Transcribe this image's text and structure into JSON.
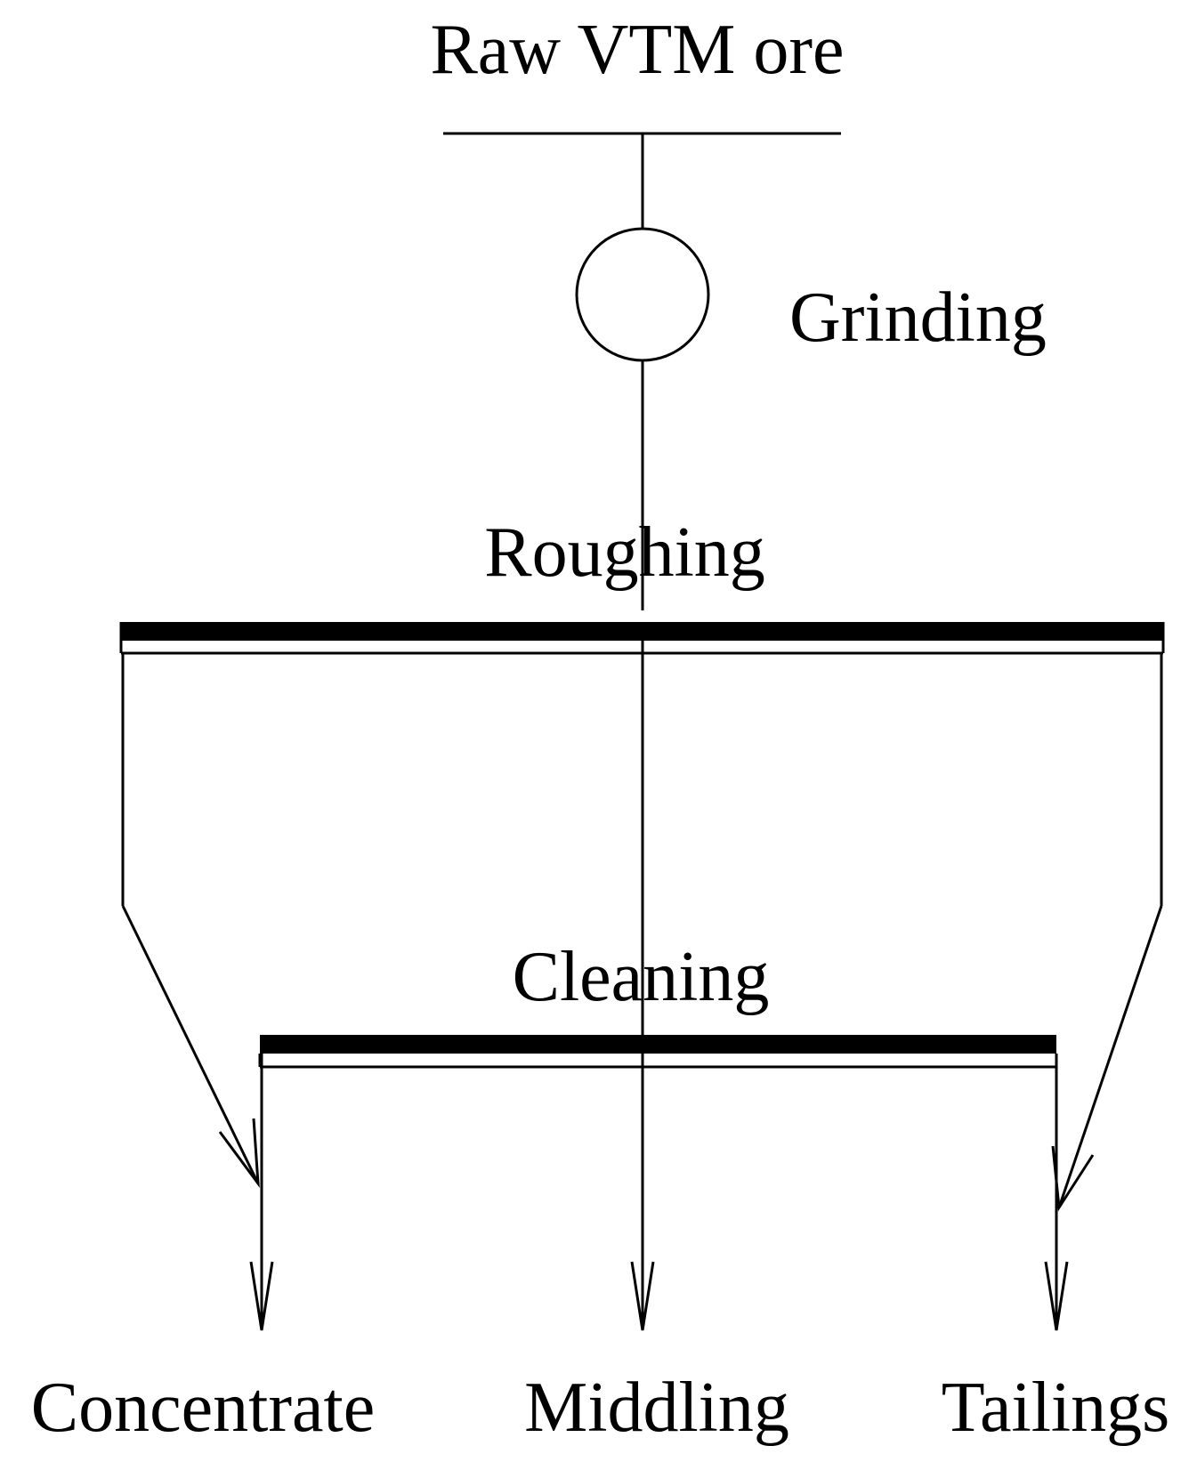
{
  "labels": {
    "feed": "Raw VTM ore",
    "grinding": "Grinding",
    "roughing": "Roughing",
    "cleaning": "Cleaning",
    "concentrate": "Concentrate",
    "middling": "Middling",
    "tailings": "Tailings"
  },
  "colors": {
    "stroke": "#000000",
    "background": "#ffffff"
  }
}
